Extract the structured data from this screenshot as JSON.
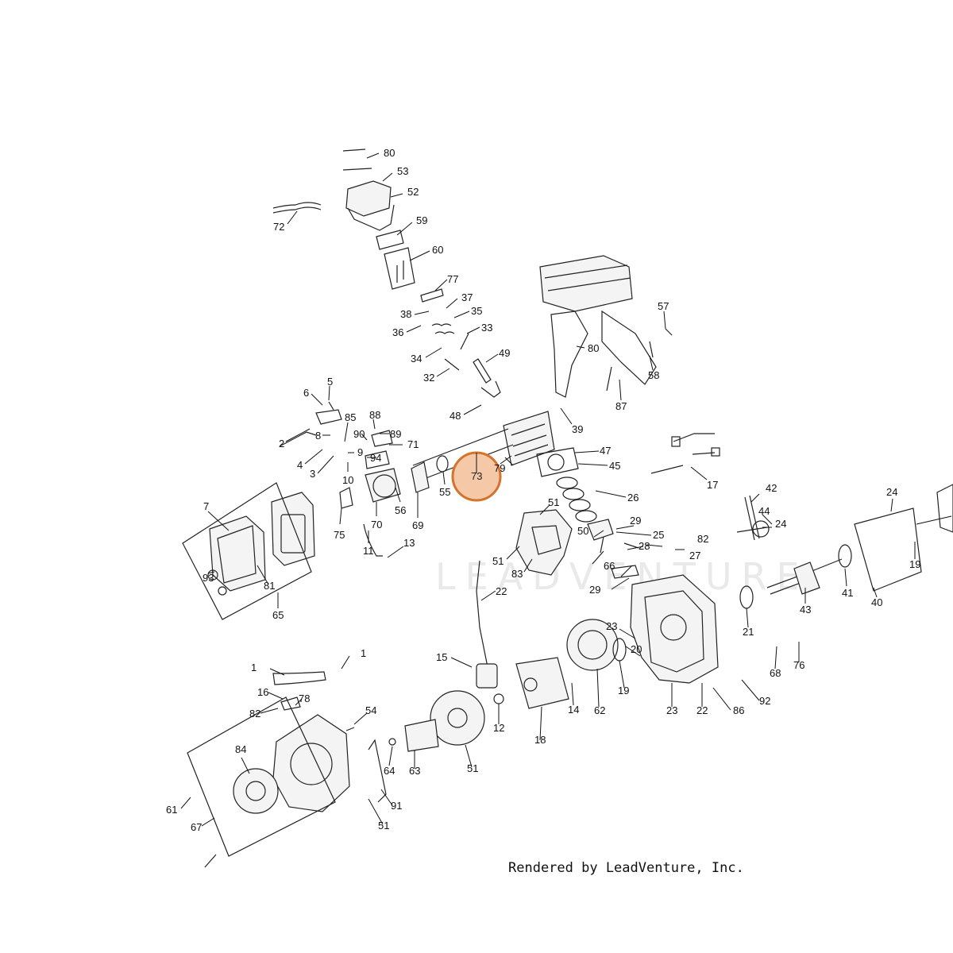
{
  "watermark": "LEADVENTURE",
  "credit": "Rendered by LeadVenture, Inc.",
  "highlight": {
    "label": "73",
    "fill": "#f5c9a8",
    "stroke": "#d6722a"
  },
  "callouts": [
    "80",
    "53",
    "52",
    "72",
    "59",
    "60",
    "77",
    "37",
    "38",
    "35",
    "36",
    "33",
    "34",
    "49",
    "32",
    "48",
    "57",
    "80",
    "58",
    "87",
    "39",
    "5",
    "6",
    "85",
    "88",
    "89",
    "90",
    "71",
    "2",
    "8",
    "9",
    "94",
    "4",
    "3",
    "10",
    "56",
    "69",
    "55",
    "79",
    "47",
    "45",
    "17",
    "7",
    "75",
    "70",
    "11",
    "13",
    "51",
    "26",
    "29",
    "25",
    "51",
    "82",
    "27",
    "28",
    "66",
    "83",
    "29",
    "50",
    "42",
    "44",
    "24",
    "24",
    "19",
    "41",
    "43",
    "40",
    "93",
    "81",
    "65",
    "22",
    "23",
    "20",
    "19",
    "21",
    "76",
    "68",
    "15",
    "62",
    "14",
    "18",
    "23",
    "22",
    "86",
    "92",
    "1",
    "1",
    "16",
    "78",
    "82",
    "54",
    "12",
    "84",
    "64",
    "63",
    "51",
    "61",
    "67",
    "91",
    "51"
  ]
}
